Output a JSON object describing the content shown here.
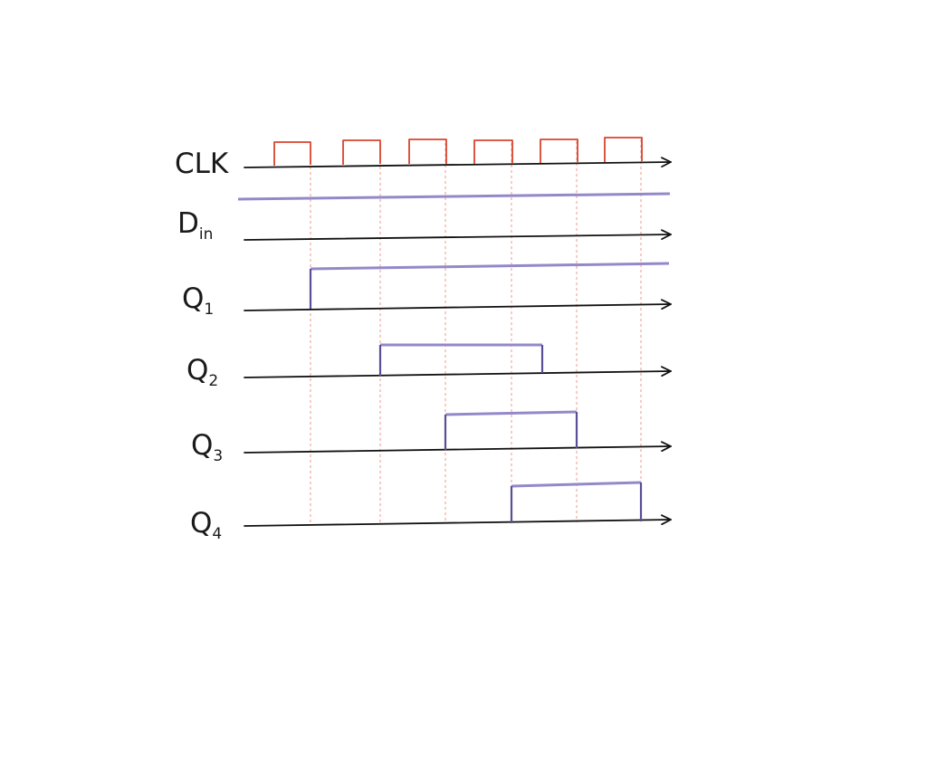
{
  "colors": {
    "clock": "#d9442e",
    "guide": "#ef9a8a",
    "signal": "#9389c9",
    "signal_edge": "#5a4f96",
    "axis": "#111111"
  },
  "signals": {
    "clk": {
      "label": "CLK",
      "pulses": 6
    },
    "din": {
      "label_main": "D",
      "label_sub": "in",
      "level": "high throughout"
    },
    "q1": {
      "label_main": "Q",
      "label_sub": "1",
      "rises_at_edge": 1,
      "falls_at_edge": null
    },
    "q2": {
      "label_main": "Q",
      "label_sub": "2",
      "rises_at_edge": 2,
      "falls_at_edge": null
    },
    "q3": {
      "label_main": "Q",
      "label_sub": "3",
      "rises_at_edge": 3,
      "falls_at_edge": 5
    },
    "q4": {
      "label_main": "Q",
      "label_sub": "4",
      "rises_at_edge": 4,
      "falls_at_edge": 6
    }
  }
}
